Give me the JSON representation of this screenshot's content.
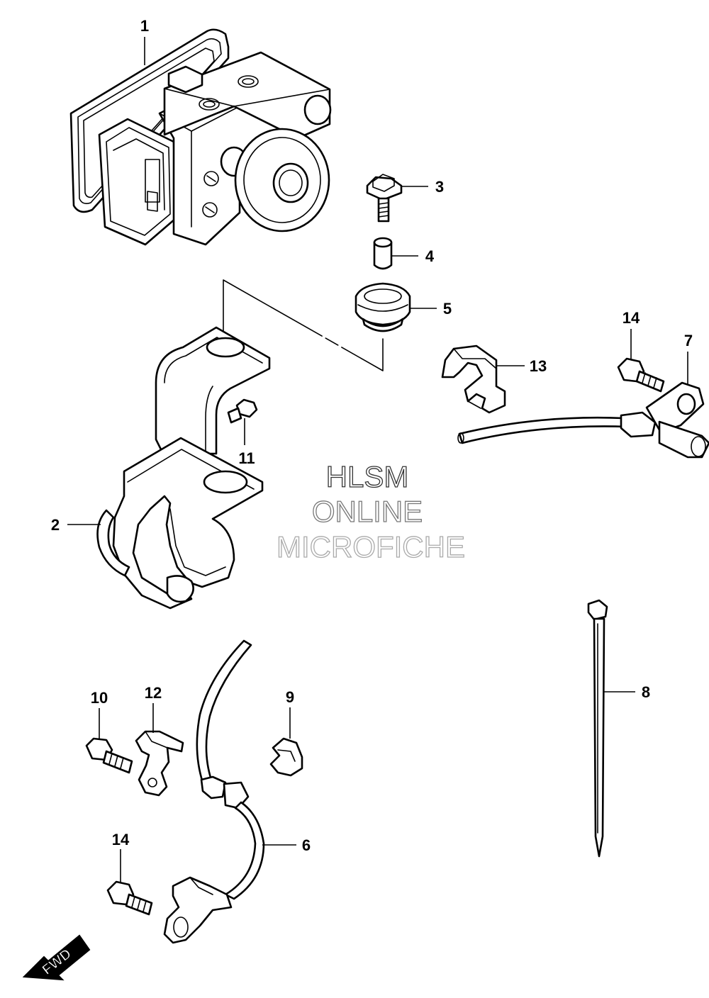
{
  "callouts": {
    "c1": "1",
    "c2": "2",
    "c3": "3",
    "c4": "4",
    "c5": "5",
    "c6": "6",
    "c7": "7",
    "c8": "8",
    "c9": "9",
    "c10": "10",
    "c11": "11",
    "c12": "12",
    "c13": "13",
    "c14a": "14",
    "c14b": "14"
  },
  "watermark": {
    "line1": "HLSM",
    "line2": "ONLINE",
    "line3": "MICROFICHE",
    "color1": "#333333",
    "color2": "#777777",
    "color3": "#aaaaaa"
  },
  "direction_badge": {
    "label": "FWD"
  }
}
